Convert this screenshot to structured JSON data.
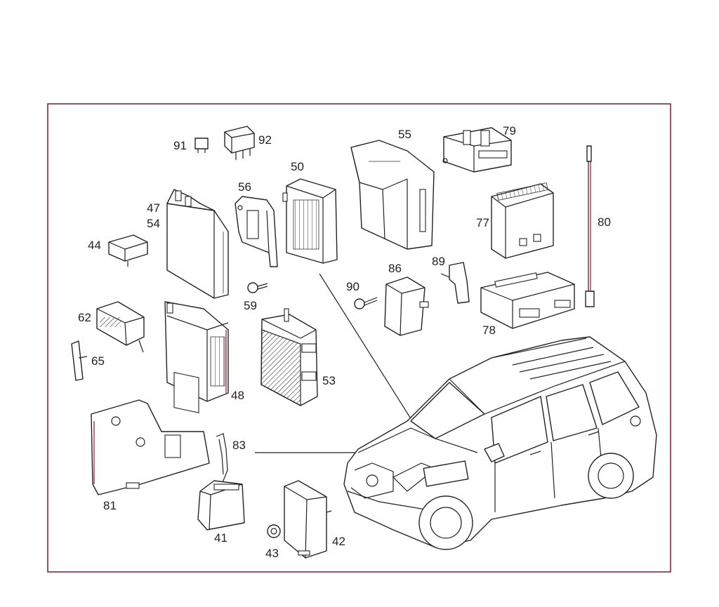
{
  "callouts": {
    "c41": "41",
    "c42": "42",
    "c43": "43",
    "c44": "44",
    "c47": "47",
    "c48": "48",
    "c50": "50",
    "c53": "53",
    "c54": "54",
    "c55": "55",
    "c56": "56",
    "c59": "59",
    "c62": "62",
    "c65": "65",
    "c77": "77",
    "c78": "78",
    "c79": "79",
    "c80": "80",
    "c81": "81",
    "c83": "83",
    "c86": "86",
    "c89": "89",
    "c90": "90",
    "c91": "91",
    "c92": "92"
  },
  "colors": {
    "frame": "#7a1a2a",
    "line": "#222222",
    "accent": "#a01030"
  }
}
